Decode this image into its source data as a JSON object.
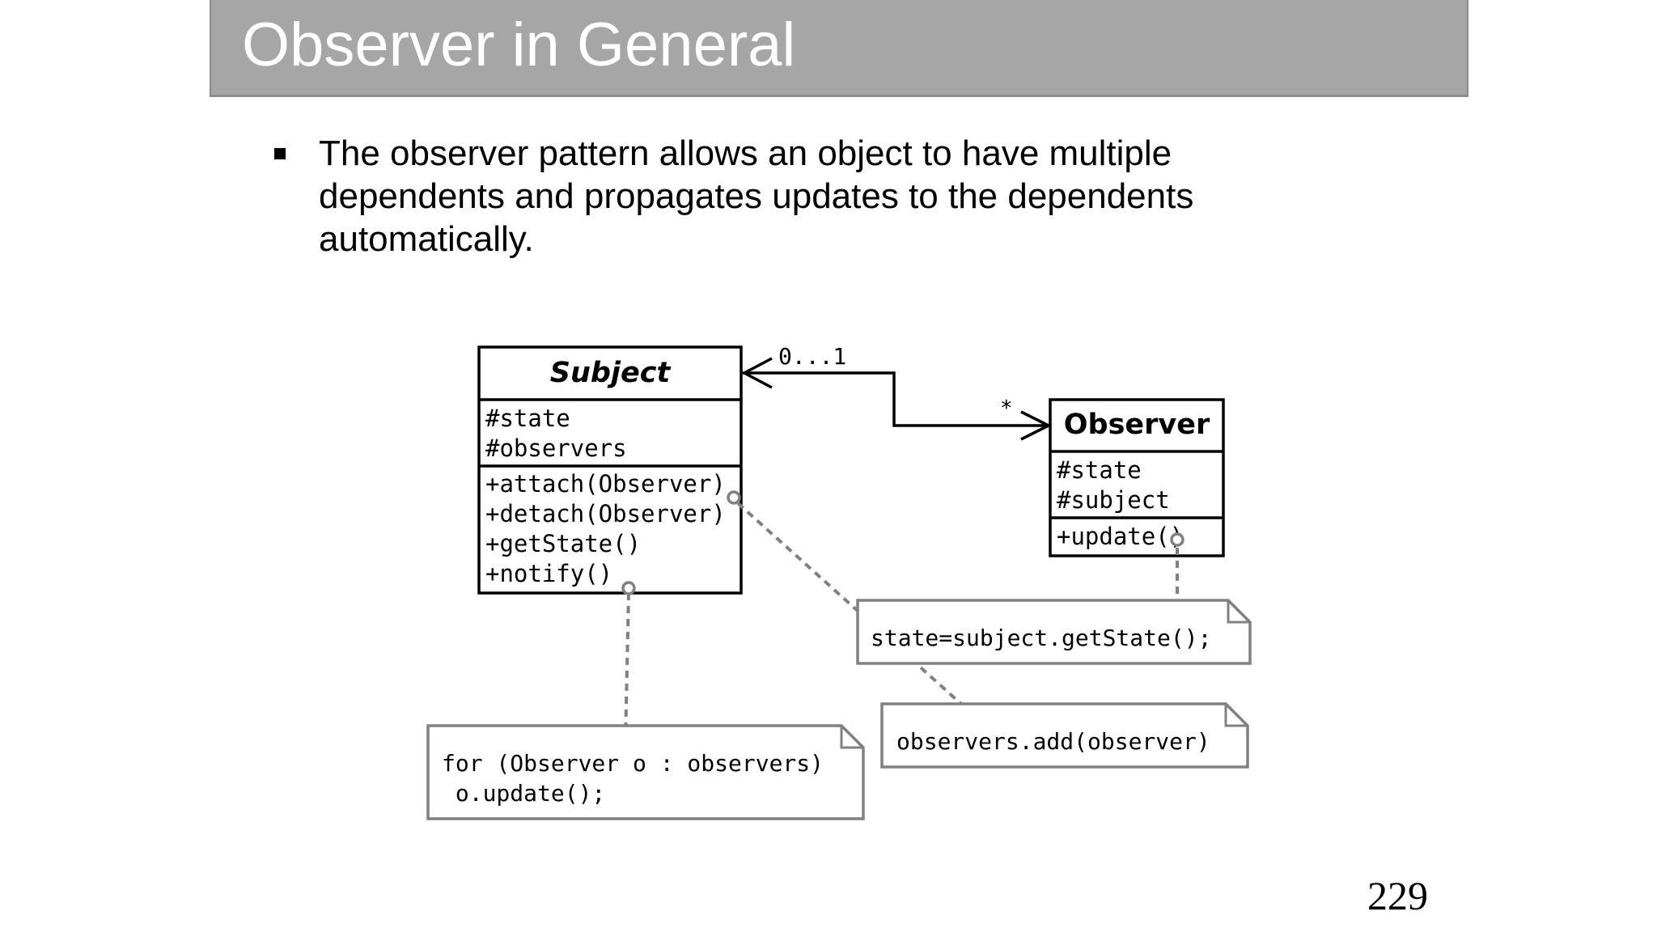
{
  "slide": {
    "title": "Observer in General",
    "bullet": "The observer pattern allows an object to have multiple dependents and propagates updates to the dependents automatically.",
    "page_number": "229"
  },
  "diagram": {
    "subject": {
      "name": "Subject",
      "attributes": [
        "#state",
        "#observers"
      ],
      "operations": [
        "+attach(Observer)",
        "+detach(Observer)",
        "+getState()",
        "+notify()"
      ]
    },
    "observer": {
      "name": "Observer",
      "attributes": [
        "#state",
        "#subject"
      ],
      "operations": [
        "+update()"
      ]
    },
    "association": {
      "subject_multiplicity": "0...1",
      "observer_multiplicity": "*"
    },
    "notes": {
      "notify_note": [
        "for (Observer o : observers)",
        " o.update();"
      ],
      "attach_note": "observers.add(observer)",
      "update_note": "state=subject.getState();"
    }
  }
}
